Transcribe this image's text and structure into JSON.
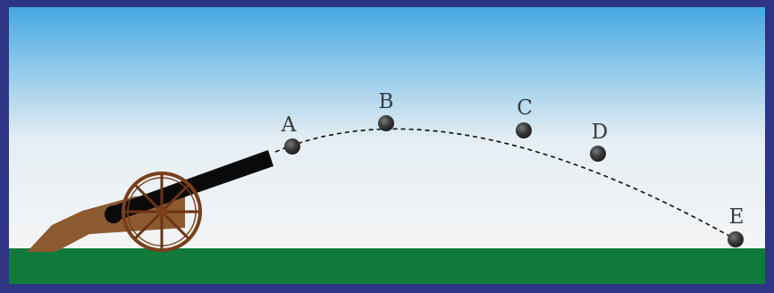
{
  "colors": {
    "frame": "#2e3584",
    "sky_top": "#45a8e2",
    "sky_bottom": "#f4f5f6",
    "ground": "#0f7a3b",
    "cannonball": "#3c3c3c",
    "barrel": "#0a0a0a",
    "carriage": "#8c5a2f",
    "wheel": "#7a3e1a"
  },
  "icons": {
    "cannon": "cannon-icon",
    "cannonball": "cannonball-icon"
  },
  "points": [
    {
      "label": "A"
    },
    {
      "label": "B"
    },
    {
      "label": "C"
    },
    {
      "label": "D"
    },
    {
      "label": "E"
    }
  ]
}
